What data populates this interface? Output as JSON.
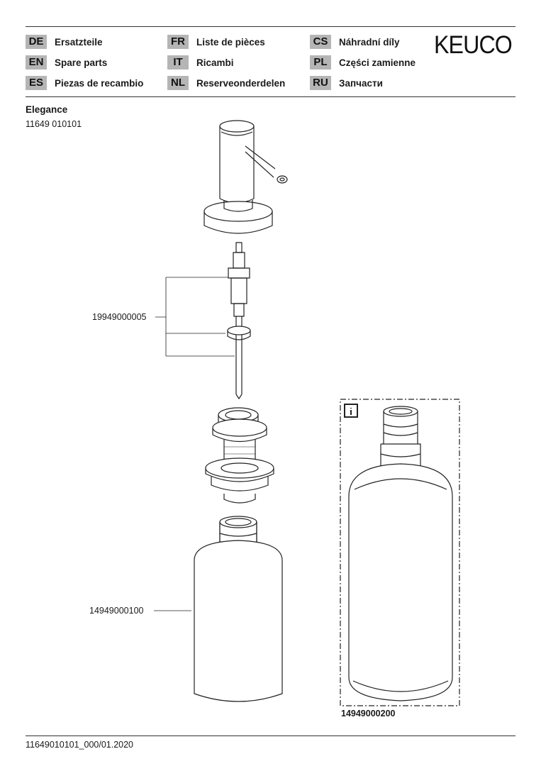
{
  "header": {
    "languages": [
      {
        "code": "DE",
        "label": "Ersatzteile"
      },
      {
        "code": "EN",
        "label": "Spare parts"
      },
      {
        "code": "ES",
        "label": "Piezas de recambio"
      },
      {
        "code": "FR",
        "label": "Liste de pièces"
      },
      {
        "code": "IT",
        "label": "Ricambi"
      },
      {
        "code": "NL",
        "label": "Reserveonderdelen"
      },
      {
        "code": "CS",
        "label": "Náhradní díly"
      },
      {
        "code": "PL",
        "label": "Części zamienne"
      },
      {
        "code": "RU",
        "label": "Запчасти"
      }
    ],
    "brand": "KEUCO"
  },
  "product": {
    "name": "Elegance",
    "number": "11649 010101"
  },
  "parts": {
    "pump": "19949000005",
    "bottle": "14949000100",
    "bottle_alt": "14949000200"
  },
  "info_icon": "info-icon",
  "footer": {
    "doc_number": "11649010101_000/01.2020"
  }
}
